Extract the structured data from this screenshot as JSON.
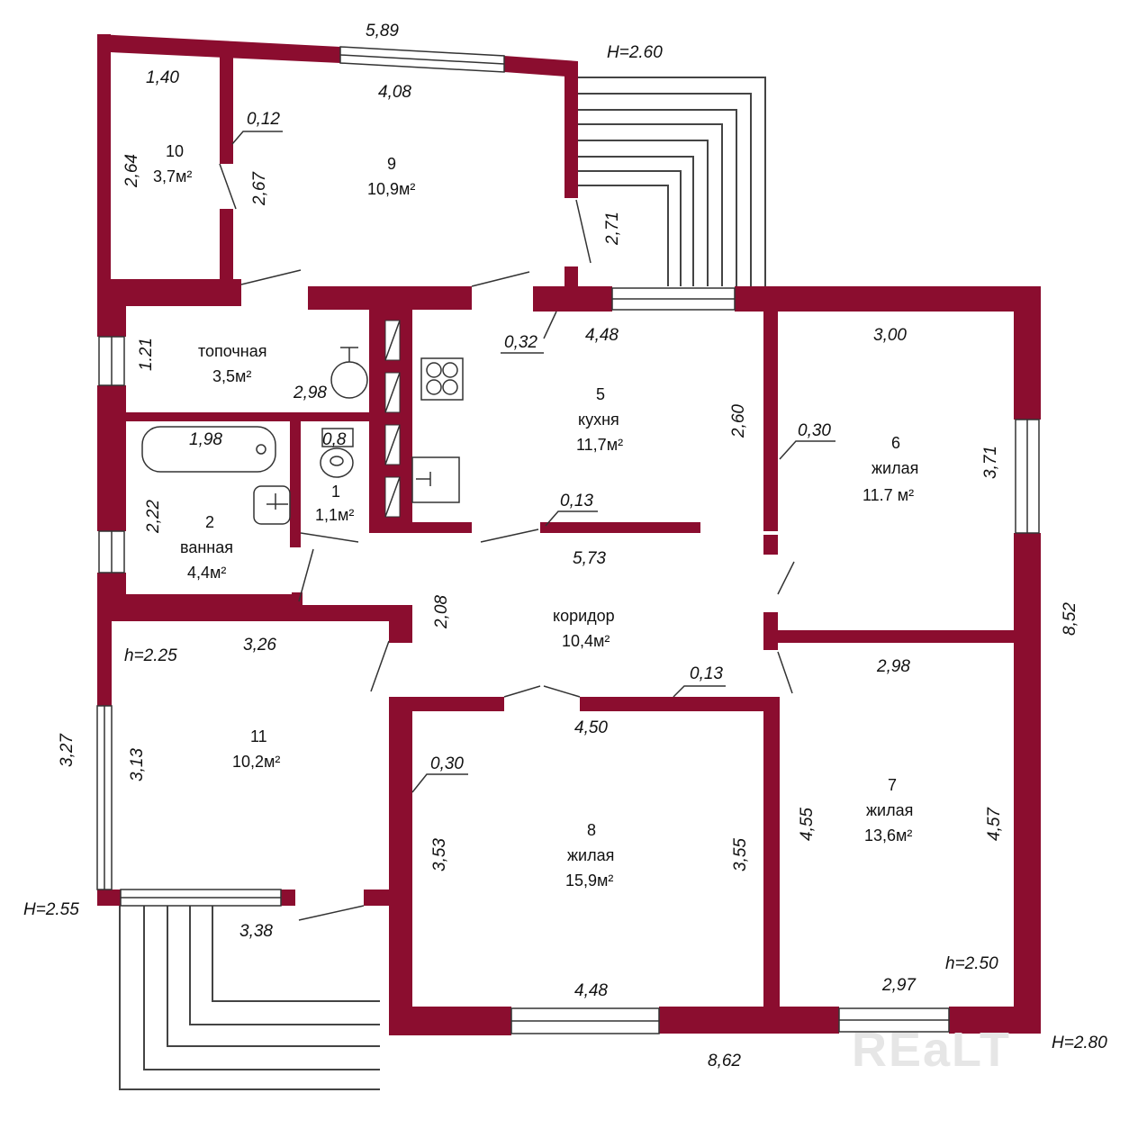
{
  "colors": {
    "wall": "#8b0d2f"
  },
  "heights": {
    "top": "H=2.60",
    "left": "H=2.55",
    "bottom_right": "H=2.80",
    "room11": "h=2.25",
    "room7": "h=2.50"
  },
  "overall": {
    "top_width": "5,89",
    "bottom_width": "8,62",
    "right_height": "8,52",
    "left_height": "3,27"
  },
  "rooms": [
    {
      "id": "room-10",
      "number": "10",
      "name": "",
      "area": "3,7м²"
    },
    {
      "id": "room-9",
      "number": "9",
      "name": "",
      "area": "10,9м²"
    },
    {
      "id": "room-boiler",
      "number": "",
      "name": "топочная",
      "area": "3,5м²"
    },
    {
      "id": "room-1",
      "number": "1",
      "name": "",
      "area": "1,1м²"
    },
    {
      "id": "room-2",
      "number": "2",
      "name": "ванная",
      "area": "4,4м²"
    },
    {
      "id": "room-5",
      "number": "5",
      "name": "кухня",
      "area": "11,7м²"
    },
    {
      "id": "room-6",
      "number": "6",
      "name": "жилая",
      "area": "11.7 м²"
    },
    {
      "id": "room-corridor",
      "number": "",
      "name": "коридор",
      "area": "10,4м²"
    },
    {
      "id": "room-11",
      "number": "11",
      "name": "",
      "area": "10,2м²"
    },
    {
      "id": "room-8",
      "number": "8",
      "name": "жилая",
      "area": "15,9м²"
    },
    {
      "id": "room-7",
      "number": "7",
      "name": "жилая",
      "area": "13,6м²"
    }
  ],
  "dimensions": {
    "d_1_40": "1,40",
    "d_2_64": "2,64",
    "d_0_12": "0,12",
    "d_2_67": "2,67",
    "d_4_08": "4,08",
    "d_2_71": "2,71",
    "d_1_21": "1.21",
    "d_2_98_boiler": "2,98",
    "d_1_98": "1,98",
    "d_0_8": "0,8",
    "d_2_22": "2,22",
    "d_0_32": "0,32",
    "d_4_48_kitchen": "4,48",
    "d_2_60": "2,60",
    "d_0_13_kitchen": "0,13",
    "d_5_73": "5,73",
    "d_3_00": "3,00",
    "d_0_30_room6": "0,30",
    "d_3_71": "3,71",
    "d_2_08": "2,08",
    "d_3_26": "3,26",
    "d_3_13": "3,13",
    "d_3_38": "3,38",
    "d_0_13_corr": "0,13",
    "d_4_50": "4,50",
    "d_0_30_room8": "0,30",
    "d_3_53": "3,53",
    "d_3_55": "3,55",
    "d_4_48_room8": "4,48",
    "d_2_98_room7": "2,98",
    "d_4_55": "4,55",
    "d_4_57": "4,57",
    "d_2_97": "2,97"
  },
  "watermark": "REaLT"
}
